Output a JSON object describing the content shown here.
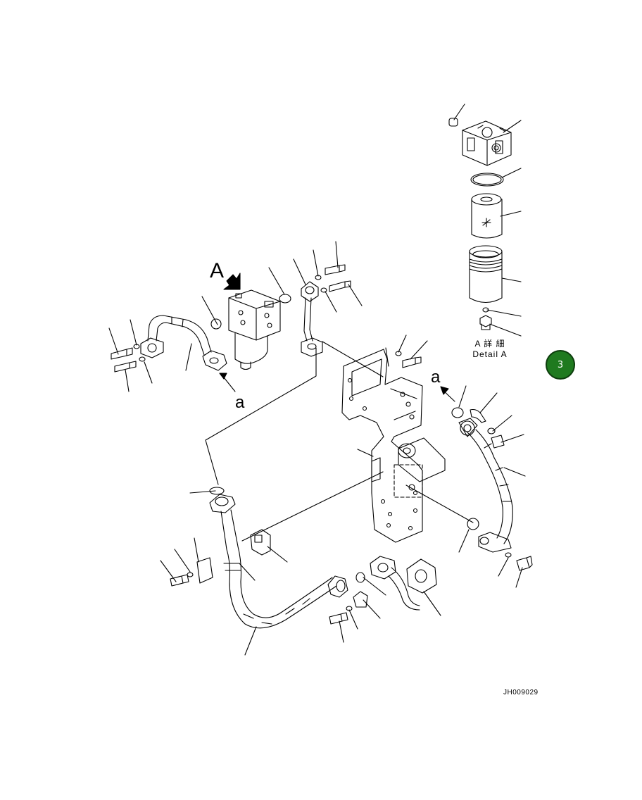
{
  "labels": {
    "view_marker": "A",
    "port_marker": "a",
    "detail_jp": "A 詳 細",
    "detail_en": "Detail A",
    "drawing_code": "JH009029"
  },
  "page_badge": {
    "number": "3",
    "color": "#1f7a1f"
  }
}
